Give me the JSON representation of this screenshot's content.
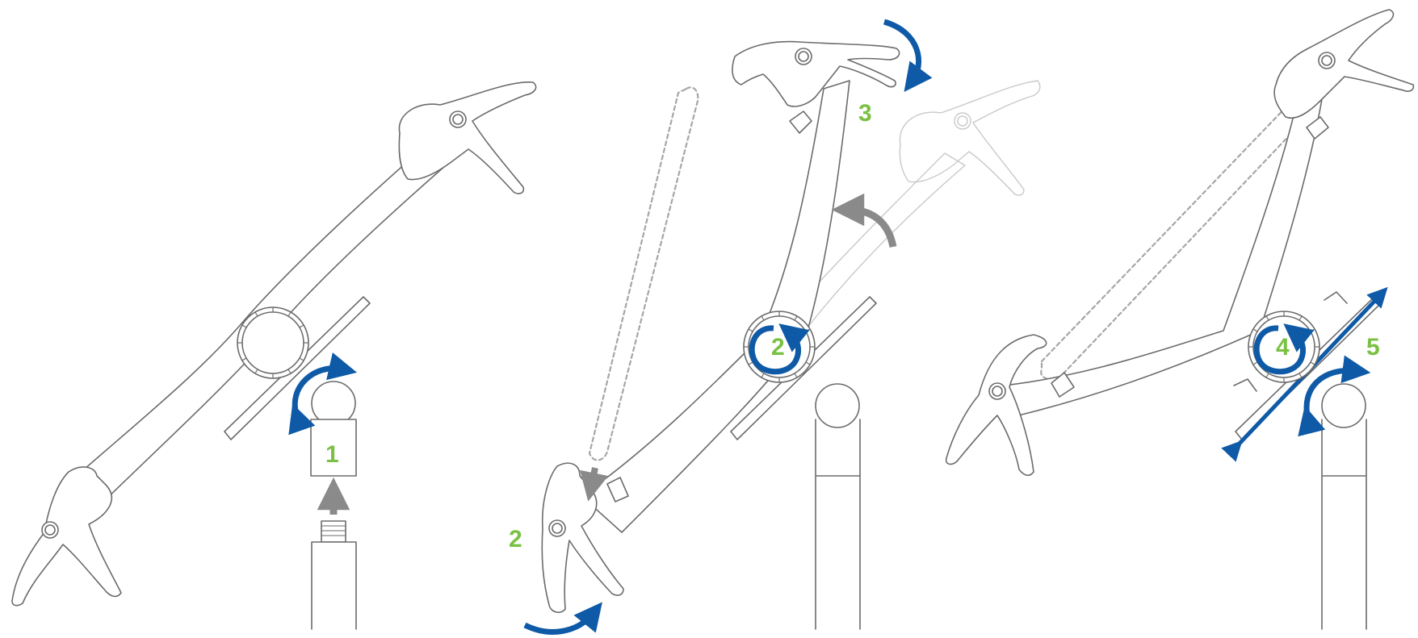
{
  "steps": [
    {
      "label": "1"
    },
    {
      "label": "2"
    },
    {
      "label": "2"
    },
    {
      "label": "3"
    },
    {
      "label": "4"
    },
    {
      "label": "5"
    }
  ],
  "colors": {
    "outline": "#6b6b6b",
    "step_label": "#7ac143",
    "action_arrow": "#0e5aa7",
    "neutral_arrow": "#8a8a8a",
    "dashed_path": "#a6a6a6"
  },
  "icons": [
    "rotate-arrow-icon",
    "up-arrow-icon",
    "down-arrow-icon",
    "slide-arrow-icon"
  ]
}
